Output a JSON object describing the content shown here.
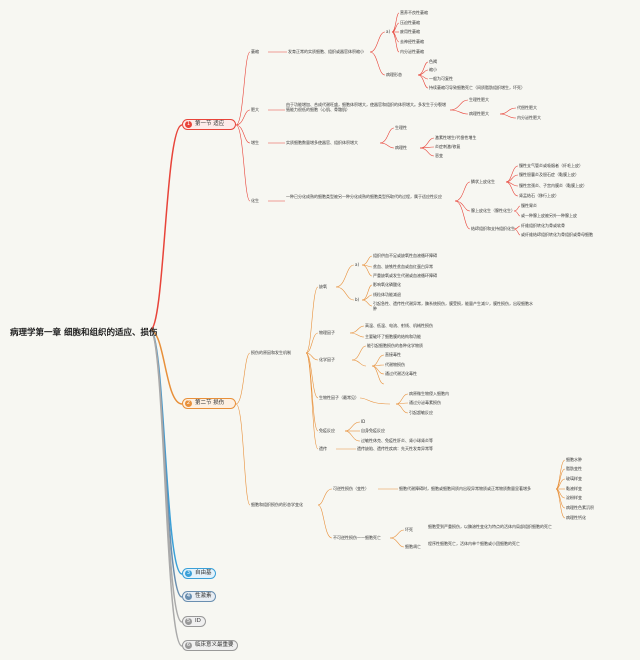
{
  "root": "病理学第一章 细胞和组织的适应、损伤",
  "sections": [
    {
      "num": "1",
      "label": "第一节 适应",
      "color": "#e8443a"
    },
    {
      "num": "2",
      "label": "第二节 损伤",
      "color": "#e8903a"
    },
    {
      "num": "3",
      "label": "自由基",
      "color": "#3aa0d8"
    },
    {
      "num": "4",
      "label": "性激素",
      "color": "#6a8fb0"
    },
    {
      "num": "5",
      "label": "ID",
      "color": "#999999"
    },
    {
      "num": "6",
      "label": "临床意义最重要",
      "color": "#999999"
    }
  ],
  "s1": {
    "atrophy": "萎缩",
    "atrophy_def": "发育正常的实质细胞、组织或器官体积缩小",
    "a_label": "a)",
    "atrophy_types": [
      "营养不良性萎缩",
      "压迫性萎缩",
      "废用性萎缩",
      "去神经性萎缩",
      "内分泌性萎缩"
    ],
    "patho": "病理形态",
    "patho_items": [
      "色褐",
      "缩小",
      "一般为可复性",
      "持续萎缩可导致细胞死亡（间质脂肪组织增生，坏死）"
    ],
    "hypertrophy": "肥大",
    "hypertrophy_def": "由于功能增加、合成代谢旺盛，细胞体积增大，使器官和组织的体积增大。多发生于分裂增殖能力很低的细胞（心肌、骨骼肌）",
    "hyp_types": [
      "生理性肥大",
      "病理性肥大"
    ],
    "hyp_sub": [
      "代偿性肥大",
      "内分泌性肥大"
    ],
    "hyperplasia": "增生",
    "hyperplasia_def": "实质细胞数量增多使器官、组织体积增大",
    "hyp2_types": [
      "生理性",
      "病理性"
    ],
    "hyp2_sub": [
      "激素性增生/代偿性增生",
      "炎症刺激/修复",
      "恶变"
    ],
    "metaplasia": "化生",
    "metaplasia_def": "一种已分化成熟的细胞类型被另一种分化成熟的细胞类型所取代的过程，属于适应性反应",
    "meta_types": [
      "鳞状上皮化生",
      "腺上皮化生（腺性化生）",
      "结缔组织和支持组织化生"
    ],
    "meta_sub": [
      "慢性支气管炎或吸烟者（纤毛上皮）",
      "慢性胆囊炎及胆石症（黏膜上皮）",
      "慢性宫颈炎、子宫内膜炎（黏膜上皮）",
      "肾盂结石（移行上皮）",
      "慢性胃炎",
      "或一种腺上皮被另外一种腺上皮",
      "纤维组织转化为骨或软骨",
      "或纤维结缔组织转化为骨组织或骨母细胞"
    ]
  },
  "s2": {
    "causes": "损伤的原因和发生机制",
    "hypoxia": "缺氧",
    "hypoxia_a": "a)",
    "hypoxia_b": "b)",
    "hypoxia_items": [
      "组织供血不足或缺氧性血液循环障碍",
      "贫血、缺铁性贫血或血红蛋白异常",
      "严重缺氧或发生代谢或血液循环障碍",
      "影响氧化磷酸化",
      "线粒体功能减退",
      "引起急性、遗传性代谢异常，酶系统损伤，膜受损，能量产生减少，膜性损伤，出现细胞水肿"
    ],
    "physical": "物理因子",
    "physical_items": [
      "高温、低温、电流、射线、机械性损伤",
      "主要破坏了细胞膜的结构和功能"
    ],
    "chemical": "化学因子",
    "chemical_items": [
      "能引起细胞损伤的各种化学物质",
      "直接毒性",
      "代谢物损伤",
      "通过代谢活化毒性"
    ],
    "biological": "生物性因子（最常见）",
    "bio_items": [
      "病原微生物侵入细胞内",
      "通过分泌毒素损伤",
      "引起超敏反应"
    ],
    "immune": "免疫反应",
    "immune_items": [
      "ID",
      "自身免疫反应",
      "过敏性休克、免疫性肝炎、肾小球肾炎等"
    ],
    "genetic": "遗传",
    "genetic_items": [
      "遗传缺陷、遗传性疾病：先天性发育异常等"
    ],
    "morph": "细胞和组织损伤的形态学变化",
    "reversible": "可逆性损伤（变性）",
    "rev_def": "细胞代谢障碍时，细胞或细胞间质内出现异常物质或正常物质数量显著增多",
    "rev_items": [
      "细胞水肿",
      "脂肪变性",
      "玻璃样变",
      "黏液样变",
      "淀粉样变",
      "病理性色素沉积",
      "病理性钙化"
    ],
    "irreversible": "不可逆性损伤——细胞死亡",
    "necrosis": "坏死",
    "necrosis_def": "细胞受到严重损伤，以酶溶性变化为特点的活体内局部组织细胞的死亡",
    "apoptosis": "细胞凋亡",
    "apoptosis_def": "程序性细胞死亡，活体内单个细胞或小团细胞的死亡"
  }
}
